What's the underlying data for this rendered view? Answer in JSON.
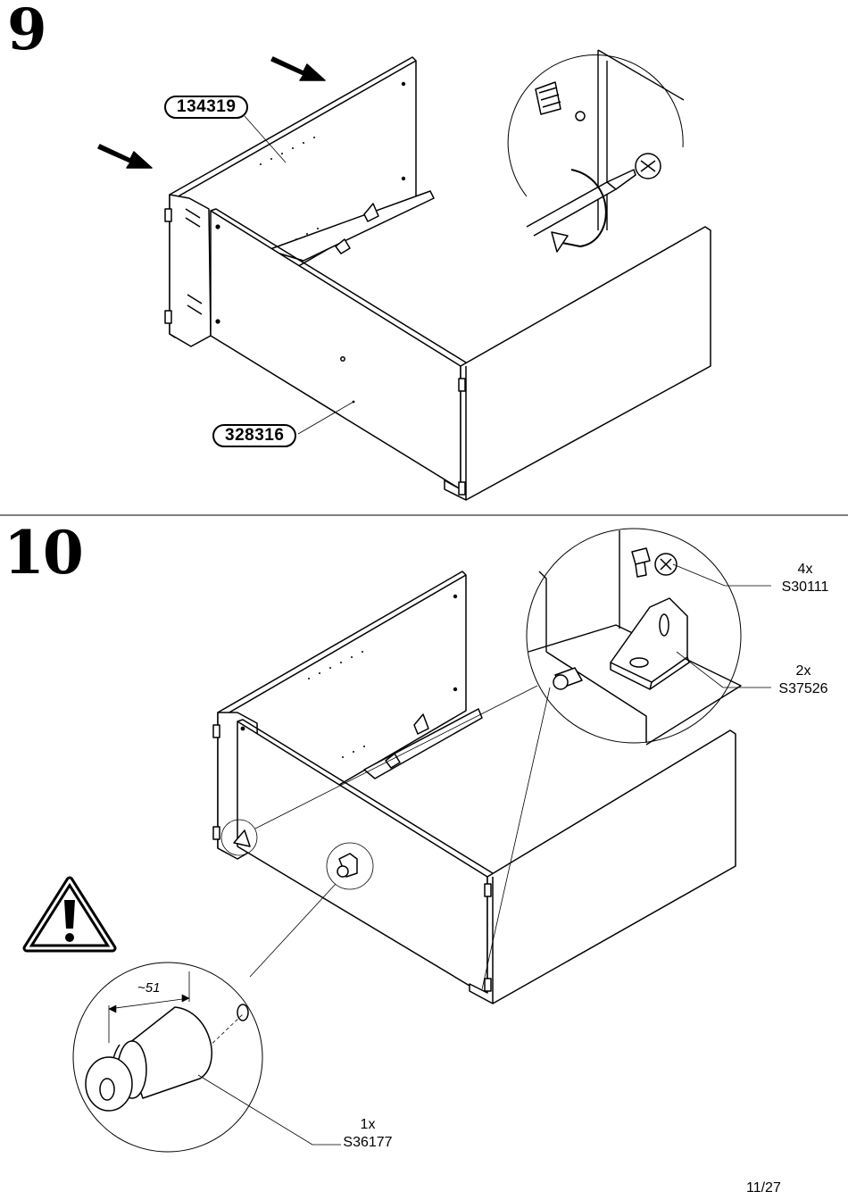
{
  "steps": [
    {
      "number": "9",
      "part_labels": [
        "134319",
        "328316"
      ]
    },
    {
      "number": "10"
    }
  ],
  "callouts": {
    "s30111": {
      "qty": "4x",
      "code": "S30111"
    },
    "s37526": {
      "qty": "2x",
      "code": "S37526"
    },
    "s36177": {
      "qty": "1x",
      "code": "S36177"
    }
  },
  "dimension": "~51",
  "page_number": "11/27"
}
